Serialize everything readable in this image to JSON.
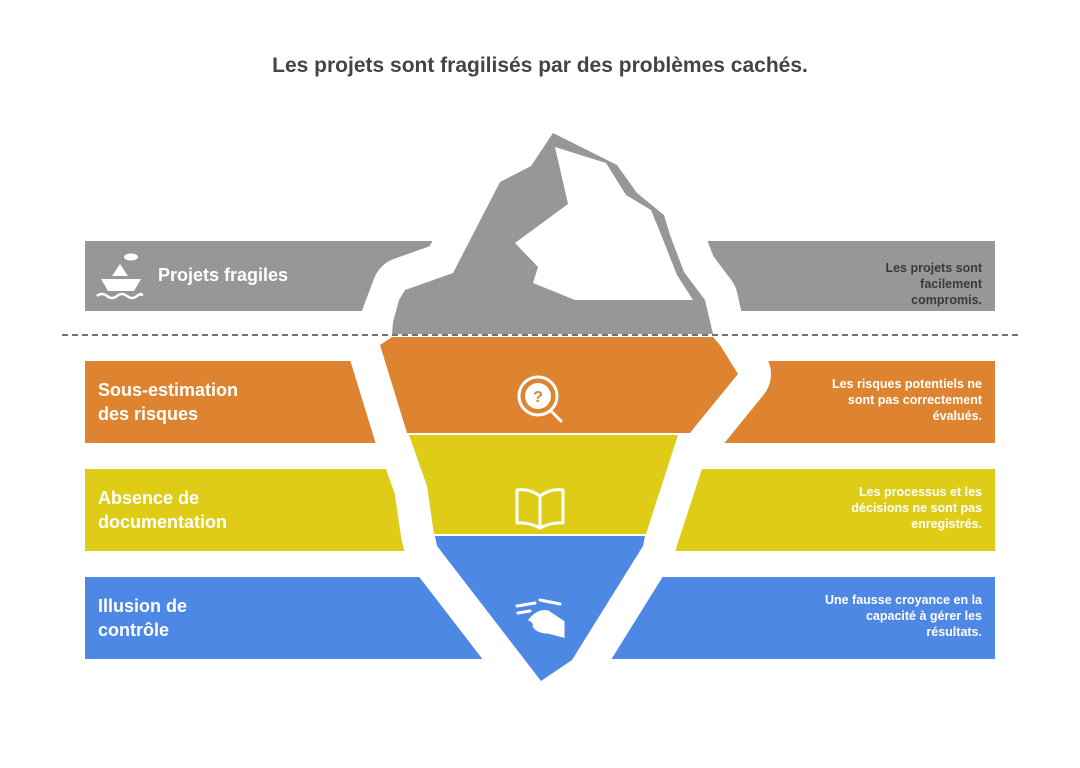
{
  "title": "Les projets sont fragilisés par des problèmes cachés.",
  "colors": {
    "gray": "#979797",
    "orange": "#DE8430",
    "yellow": "#DFCC17",
    "blue": "#4D88E4"
  },
  "layers": [
    {
      "label": "Projets fragiles",
      "description": "Les projets sont facilement compromis.",
      "icon": "boat-icon"
    },
    {
      "label": "Sous-estimation des risques",
      "description": "Les risques potentiels ne sont pas correctement évalués.",
      "icon": "head-magnifier-icon"
    },
    {
      "label": "Absence de documentation",
      "description": "Les processus et les décisions ne sont pas enregistrés.",
      "icon": "open-book-icon"
    },
    {
      "label": "Illusion de contrôle",
      "description": "Une fausse croyance en la capacité à gérer les résultats.",
      "icon": "hand-icon"
    }
  ]
}
